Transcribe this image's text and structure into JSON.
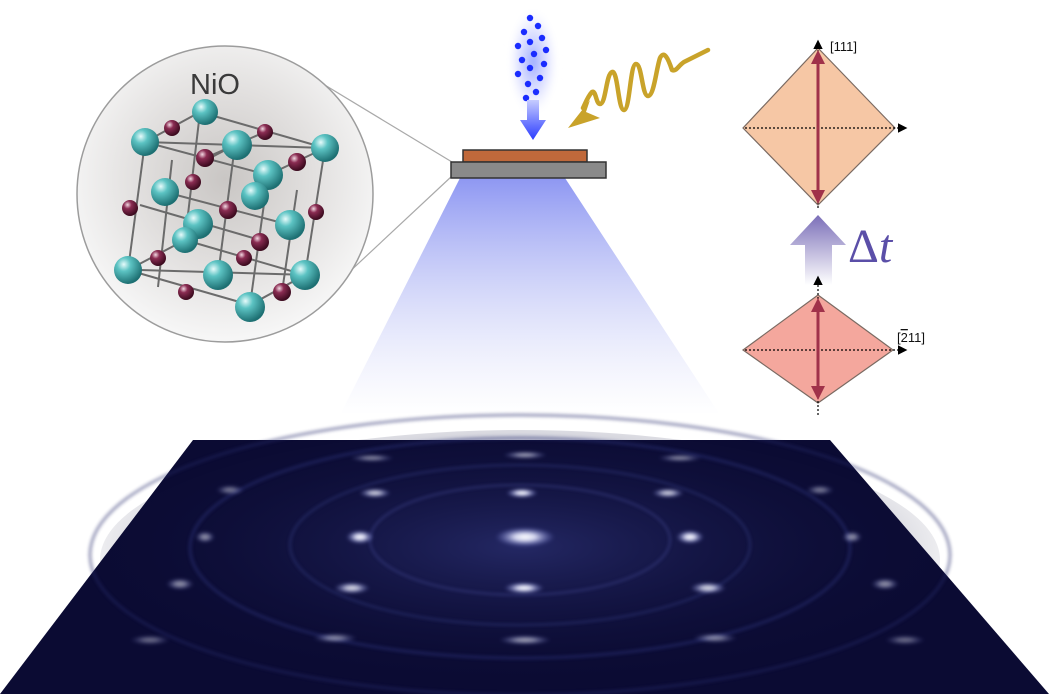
{
  "crystal": {
    "label": "NiO"
  },
  "orientation_top": {
    "direction_label": "[111]",
    "fill_color": "#f6c7a5"
  },
  "orientation_bottom": {
    "direction_label_bar": "2",
    "direction_label_rest": "11]",
    "direction_label_open": "[",
    "fill_color": "#f4a79d"
  },
  "time_step": {
    "delta": "Δ",
    "t": "t"
  },
  "colors": {
    "ni_atom": "#3aa7a6",
    "o_atom": "#6d1b3d",
    "electron_pulse": "#1a2cff",
    "pump_pulse": "#c9a32a",
    "sample_film": "#c0693b",
    "substrate": "#8a8a8a",
    "diffraction_screen": "#0a0a30",
    "axis_arrow": "#a0324a"
  }
}
